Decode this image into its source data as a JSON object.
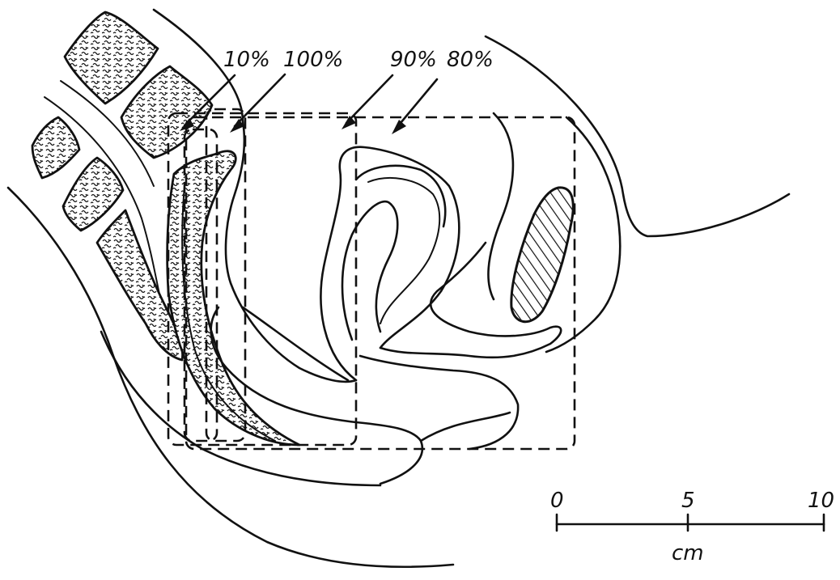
{
  "labels": {
    "pct_10": "10%",
    "pct_100": "100%",
    "pct_90": "90%",
    "pct_80": "80%"
  },
  "scale_bar": {
    "tick_0": "0",
    "tick_5": "5",
    "tick_10": "10",
    "unit": "cm"
  }
}
